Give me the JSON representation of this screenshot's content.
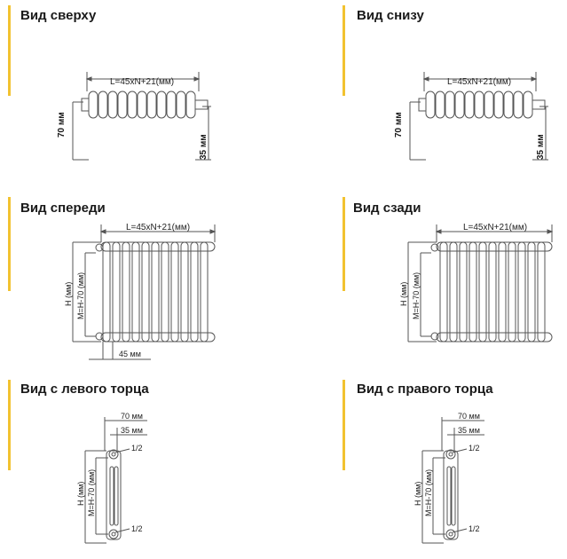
{
  "panels": {
    "top": {
      "title": "Вид сверху",
      "length": "L=45xN+21(мм)",
      "depth_left": "70 мм",
      "depth_right": "35 мм"
    },
    "bottom": {
      "title": "Вид снизу",
      "length": "L=45xN+21(мм)",
      "depth_left": "70 мм",
      "depth_right": "35 мм"
    },
    "front": {
      "title": "Вид спереди",
      "length": "L=45xN+21(мм)",
      "height": "H (мм)",
      "centers": "M=H-70 (мм)",
      "pitch": "45 мм"
    },
    "back": {
      "title": "Вид сзади",
      "length": "L=45xN+21(мм)",
      "height": "H (мм)",
      "centers": "M=H-70 (мм)"
    },
    "left": {
      "title": "Вид с левого торца",
      "depth": "70 мм",
      "half_depth": "35 мм",
      "thread_top": "1/2",
      "thread_bottom": "1/2",
      "height": "H (мм)",
      "centers": "M=H-70 (мм)"
    },
    "right": {
      "title": "Вид с правого торца",
      "depth": "70 мм",
      "half_depth": "35 мм",
      "thread_top": "1/2",
      "thread_bottom": "1/2",
      "height": "H (мм)",
      "centers": "M=H-70 (мм)"
    }
  },
  "colors": {
    "accent": "#f2c230",
    "line": "#555555"
  }
}
